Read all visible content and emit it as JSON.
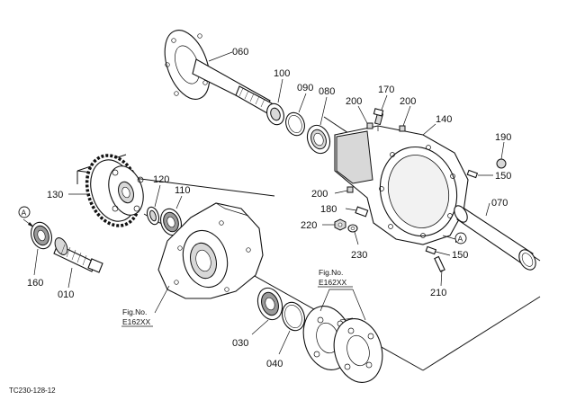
{
  "diagram_code": "TC230-128-12",
  "parts": {
    "p010": "010",
    "p030": "030",
    "p040": "040",
    "p060": "060",
    "p070": "070",
    "p080": "080",
    "p090": "090",
    "p100": "100",
    "p110": "110",
    "p120": "120",
    "p130": "130",
    "p140": "140",
    "p150a": "150",
    "p150b": "150",
    "p160": "160",
    "p170": "170",
    "p180": "180",
    "p190": "190",
    "p200a": "200",
    "p200b": "200",
    "p200c": "200",
    "p210": "210",
    "p220": "220",
    "p230": "230"
  },
  "fig_refs": {
    "left": {
      "line1": "Fig.No.",
      "line2": "E162XX"
    },
    "right": {
      "line1": "Fig.No.",
      "line2": "E162XX"
    }
  },
  "markers": {
    "a_left": "A",
    "a_right": "A"
  }
}
